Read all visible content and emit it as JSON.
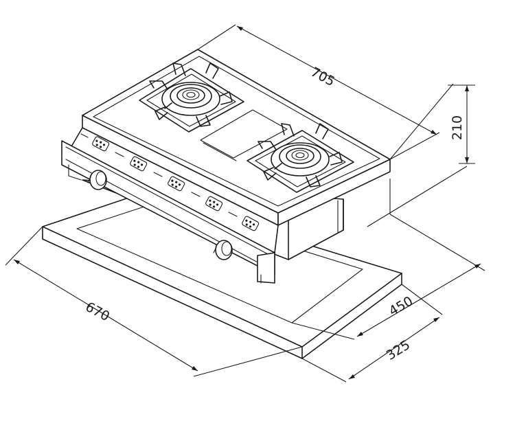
{
  "dimensions": {
    "width": "705",
    "height": "210",
    "overall_depth": "670",
    "cutout_depth": "450",
    "cutout_width": "325"
  },
  "colors": {
    "line": "#1a1a1a",
    "background": "#ffffff"
  }
}
